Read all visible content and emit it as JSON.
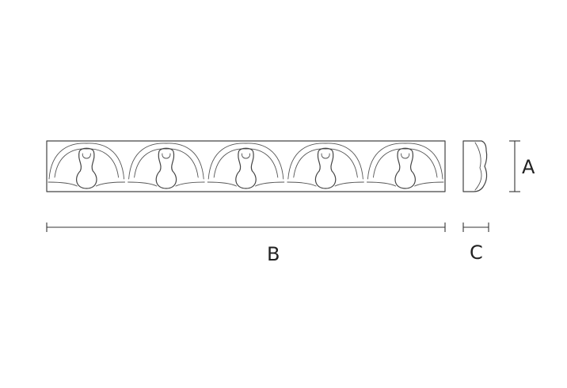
{
  "dimensions": {
    "a_label": "A",
    "b_label": "B",
    "c_label": "C"
  },
  "motif": {
    "repeat_count": 5
  }
}
